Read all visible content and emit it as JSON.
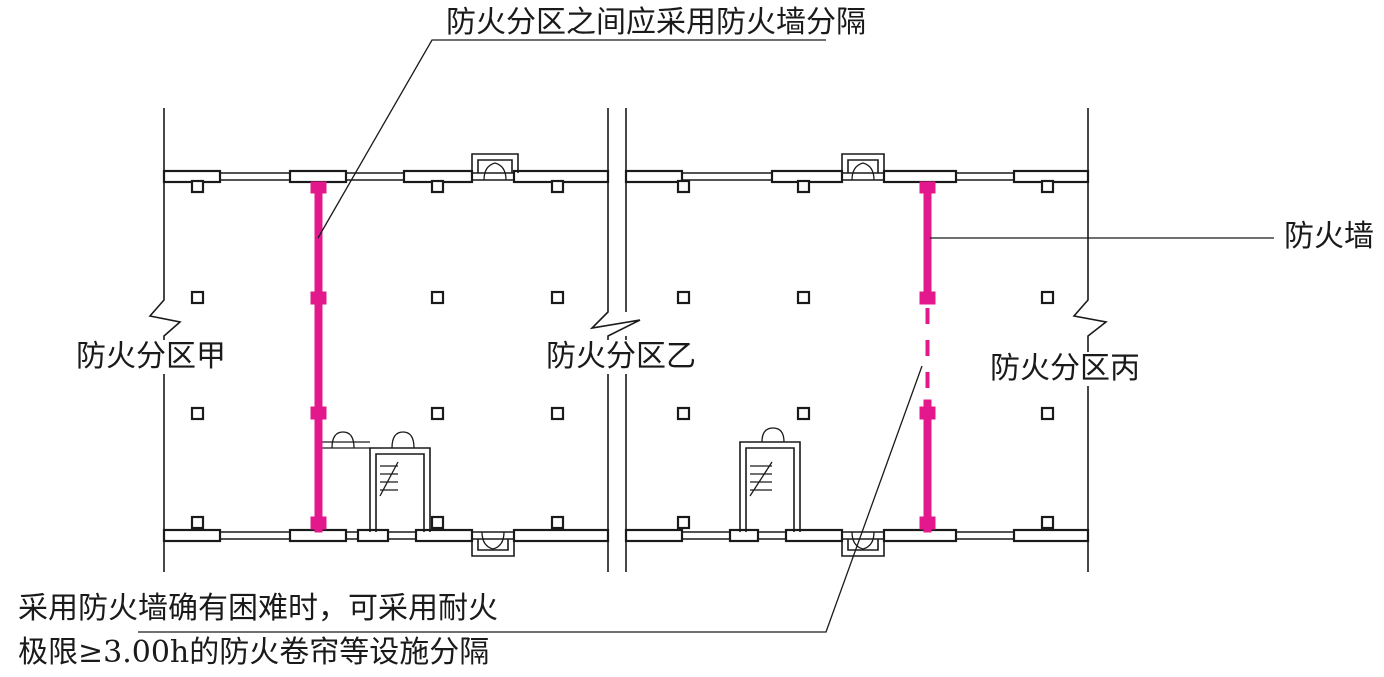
{
  "labels": {
    "top_note": "防火分区之间应采用防火墙分隔",
    "firewall": "防火墙",
    "zone_a": "防火分区甲",
    "zone_b": "防火分区乙",
    "zone_c": "防火分区丙",
    "bottom_note_line1": "采用防火墙确有困难时，可采用耐火",
    "bottom_note_line2": "极限≥3.00h的防火卷帘等设施分隔"
  },
  "colors": {
    "firewall": "#e2188c",
    "linework": "#1a1a1a",
    "background": "#ffffff"
  }
}
